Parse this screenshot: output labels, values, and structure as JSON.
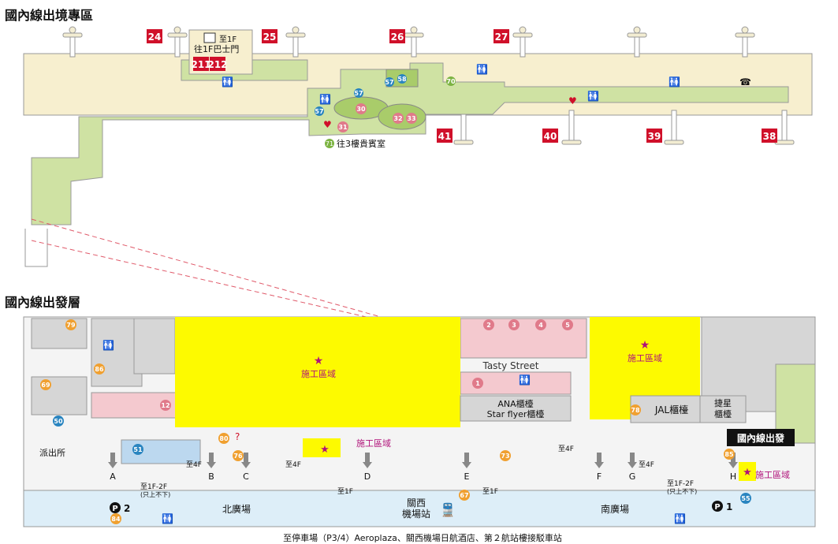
{
  "colors": {
    "green": "#cfe2a3",
    "dgreen": "#a9cc6a",
    "cream": "#f7efcf",
    "yellow": "#fdfa00",
    "pink": "#f4c9cf",
    "gray": "#d6d6d6",
    "blue": "#ddeef8",
    "red": "#d0102a",
    "star": "#b0127a",
    "orange": "#f0a030",
    "teal": "#2a85c0"
  },
  "sections": {
    "top_title": "國內線出境專區",
    "bottom_title": "國內線出發層"
  },
  "top": {
    "gates_upper": [
      "24",
      "25",
      "26",
      "27"
    ],
    "gates_lower": [
      "41",
      "40",
      "39",
      "38"
    ],
    "gates_inner": [
      "211",
      "212"
    ],
    "bus_gate_label": "往1F巴士門",
    "escalator_label": "至1F",
    "lounge_label": "往3樓貴賓室",
    "shops_pink": [
      "30",
      "31",
      "32",
      "33"
    ],
    "shops_blue": [
      "57",
      "57",
      "57",
      "58"
    ],
    "shops_green": [
      "70",
      "71"
    ],
    "aed_label": "AED"
  },
  "bottom": {
    "construction": "施工區域",
    "tasty_street": "Tasty Street",
    "ana_counter": "ANA櫃檯",
    "starflyer_counter": "Star flyer櫃檯",
    "jal_counter": "JAL櫃檯",
    "jetstar_counter": "捷星\n櫃檯",
    "jetstar_l1": "捷星",
    "jetstar_l2": "櫃檯",
    "departure_label": "國內線出發",
    "north_plaza": "北廣場",
    "south_plaza": "南廣場",
    "station_l1": "關西",
    "station_l2": "機場站",
    "exit_label": "派出所",
    "footer": "至停車場（P3/4）Aeroplaza、關西機場日航酒店、第２航站樓接駁車站",
    "entrances": [
      "A",
      "B",
      "C",
      "D",
      "E",
      "F",
      "G",
      "H"
    ],
    "parking": [
      "2",
      "1"
    ],
    "to4f": "至4F",
    "to1f": "至1F",
    "to1f2f": "至1F-2F",
    "up_only": "(只上不下)",
    "shops_orange": [
      "79",
      "86",
      "69",
      "80",
      "76",
      "73",
      "67",
      "85",
      "84",
      "78"
    ],
    "shops_blue": [
      "50",
      "51",
      "55"
    ],
    "shops_pink": [
      "12",
      "1",
      "2",
      "3",
      "4",
      "5"
    ]
  }
}
